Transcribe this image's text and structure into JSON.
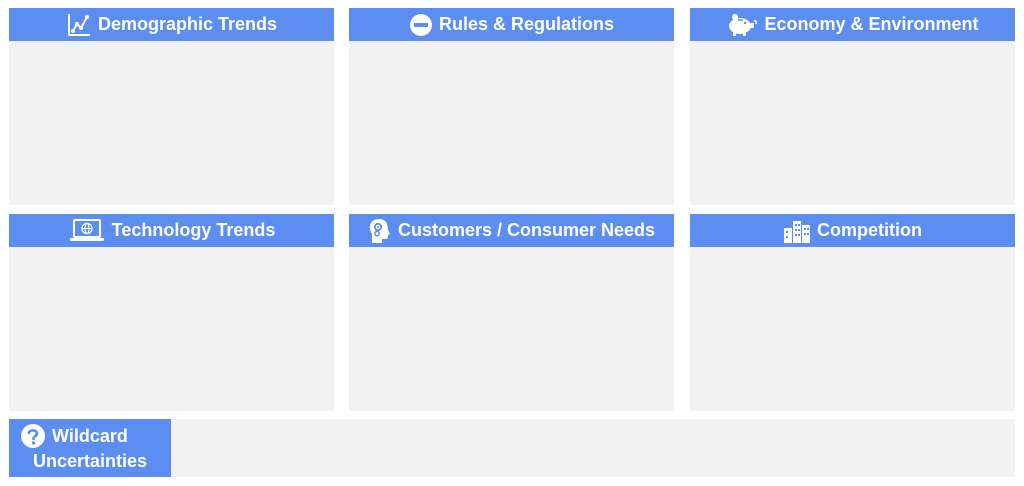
{
  "colors": {
    "header_bg": "#5b8ef0",
    "panel_bg": "#f2f2f2",
    "header_text": "#ffffff"
  },
  "panels": [
    {
      "title": "Demographic Trends",
      "icon": "line-chart-icon"
    },
    {
      "title": "Rules & Regulations",
      "icon": "no-entry-icon"
    },
    {
      "title": "Economy & Environment",
      "icon": "piggy-bank-icon"
    },
    {
      "title": "Technology Trends",
      "icon": "laptop-globe-icon"
    },
    {
      "title": "Customers / Consumer Needs",
      "icon": "head-gears-icon"
    },
    {
      "title": "Competition",
      "icon": "city-buildings-icon"
    }
  ],
  "wildcard": {
    "line1": "Wildcard",
    "line2": "Uncertainties",
    "icon": "question-circle-icon"
  }
}
